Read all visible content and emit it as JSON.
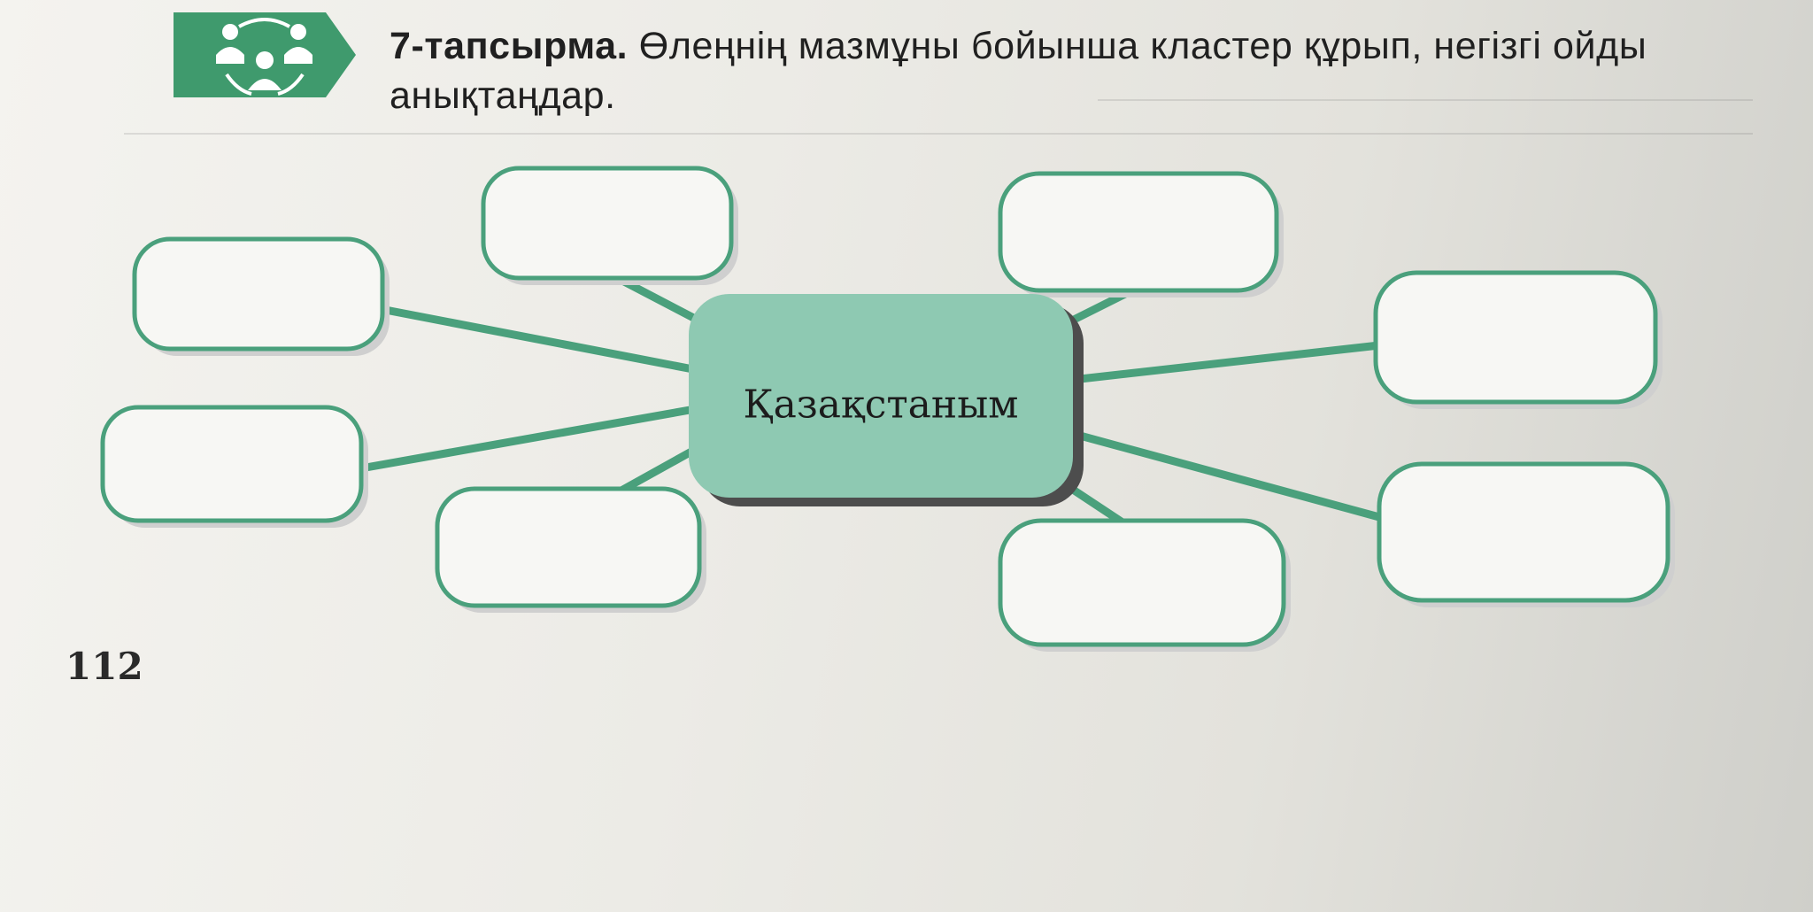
{
  "task": {
    "label": "7-тапсырма.",
    "text": " Өлеңнің мазмұны бойынша кластер құрып, негізгі ойды анықтаңдар."
  },
  "cluster": {
    "center_label": "Қазақстаным",
    "empty_box_count": 8
  },
  "page_number": "112",
  "colors": {
    "accent_green": "#4aa07c",
    "center_fill": "#8ec9b2",
    "icon_green": "#3f9a6d",
    "text": "#202020"
  },
  "icons": {
    "group_icon": "group-work-icon"
  }
}
